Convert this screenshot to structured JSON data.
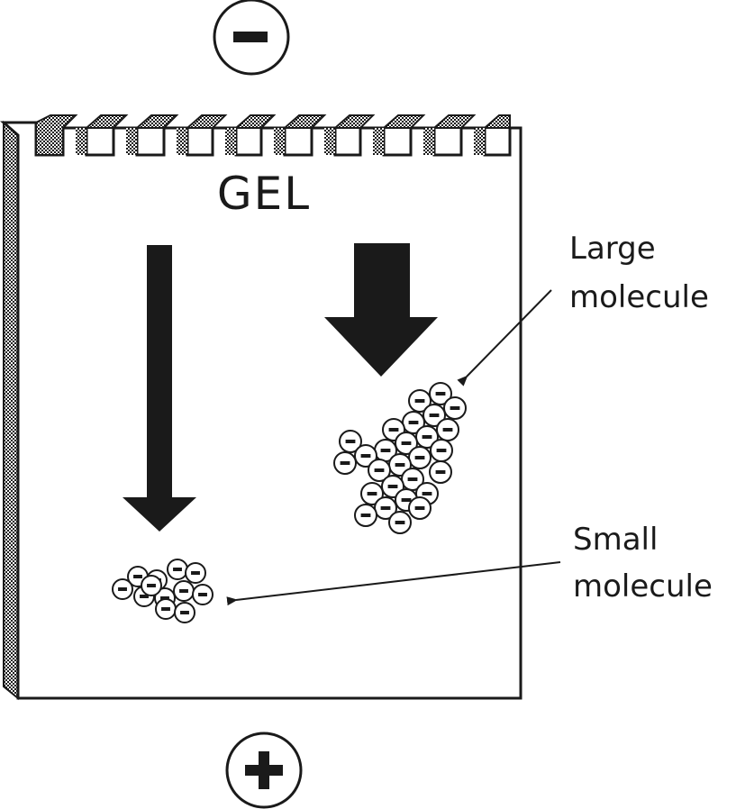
{
  "title": "GEL",
  "electrodes": {
    "top_symbol": "−",
    "bottom_symbol": "+"
  },
  "labels": {
    "large_line1": "Large",
    "large_line2": "molecule",
    "small_line1": "Small",
    "small_line2": "molecule"
  },
  "molecule_charge": "−",
  "colors": {
    "ink": "#1a1a1a",
    "background": "#ffffff"
  }
}
